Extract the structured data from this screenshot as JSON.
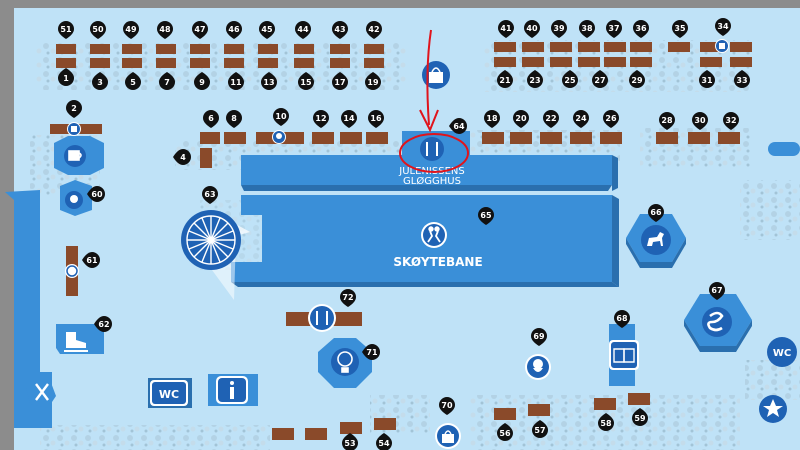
{
  "labels": {
    "julenissen_line1": "JULENISSENS",
    "julenissen_line2": "GLØGGHUS",
    "skoytebane": "SKØYTEBANE",
    "wc": "WC"
  },
  "colors": {
    "ground": "#bfe2f7",
    "building": "#3a8fd8",
    "building_dark": "#2a6fae",
    "stall": "#8a4a2a",
    "stall_dark": "#5c2f18",
    "marker": "#111111",
    "icon_bg": "#1f62b4",
    "annotation": "#e0141c",
    "outer": "#8c8c8c"
  },
  "markers": [
    {
      "id": "m1",
      "label": "1"
    },
    {
      "id": "m2",
      "label": "2"
    },
    {
      "id": "m3",
      "label": "3"
    },
    {
      "id": "m4",
      "label": "4"
    },
    {
      "id": "m5",
      "label": "5"
    },
    {
      "id": "m6",
      "label": "6"
    },
    {
      "id": "m7",
      "label": "7"
    },
    {
      "id": "m8",
      "label": "8"
    },
    {
      "id": "m9",
      "label": "9"
    },
    {
      "id": "m10",
      "label": "10"
    },
    {
      "id": "m11",
      "label": "11"
    },
    {
      "id": "m12",
      "label": "12"
    },
    {
      "id": "m13",
      "label": "13"
    },
    {
      "id": "m14",
      "label": "14"
    },
    {
      "id": "m15",
      "label": "15"
    },
    {
      "id": "m16",
      "label": "16"
    },
    {
      "id": "m17",
      "label": "17"
    },
    {
      "id": "m18",
      "label": "18"
    },
    {
      "id": "m19",
      "label": "19"
    },
    {
      "id": "m20",
      "label": "20"
    },
    {
      "id": "m21",
      "label": "21"
    },
    {
      "id": "m22",
      "label": "22"
    },
    {
      "id": "m23",
      "label": "23"
    },
    {
      "id": "m24",
      "label": "24"
    },
    {
      "id": "m25",
      "label": "25"
    },
    {
      "id": "m26",
      "label": "26"
    },
    {
      "id": "m27",
      "label": "27"
    },
    {
      "id": "m28",
      "label": "28"
    },
    {
      "id": "m29",
      "label": "29"
    },
    {
      "id": "m30",
      "label": "30"
    },
    {
      "id": "m31",
      "label": "31"
    },
    {
      "id": "m32",
      "label": "32"
    },
    {
      "id": "m33",
      "label": "33"
    },
    {
      "id": "m34",
      "label": "34"
    },
    {
      "id": "m35",
      "label": "35"
    },
    {
      "id": "m36",
      "label": "36"
    },
    {
      "id": "m37",
      "label": "37"
    },
    {
      "id": "m38",
      "label": "38"
    },
    {
      "id": "m39",
      "label": "39"
    },
    {
      "id": "m40",
      "label": "40"
    },
    {
      "id": "m41",
      "label": "41"
    },
    {
      "id": "m42",
      "label": "42"
    },
    {
      "id": "m43",
      "label": "43"
    },
    {
      "id": "m44",
      "label": "44"
    },
    {
      "id": "m45",
      "label": "45"
    },
    {
      "id": "m46",
      "label": "46"
    },
    {
      "id": "m47",
      "label": "47"
    },
    {
      "id": "m48",
      "label": "48"
    },
    {
      "id": "m49",
      "label": "49"
    },
    {
      "id": "m50",
      "label": "50"
    },
    {
      "id": "m51",
      "label": "51"
    },
    {
      "id": "m53",
      "label": "53"
    },
    {
      "id": "m54",
      "label": "54"
    },
    {
      "id": "m56",
      "label": "56"
    },
    {
      "id": "m57",
      "label": "57"
    },
    {
      "id": "m58",
      "label": "58"
    },
    {
      "id": "m59",
      "label": "59"
    },
    {
      "id": "m60",
      "label": "60"
    },
    {
      "id": "m61",
      "label": "61"
    },
    {
      "id": "m62",
      "label": "62"
    },
    {
      "id": "m63",
      "label": "63"
    },
    {
      "id": "m64",
      "label": "64"
    },
    {
      "id": "m65",
      "label": "65"
    },
    {
      "id": "m66",
      "label": "66"
    },
    {
      "id": "m67",
      "label": "67"
    },
    {
      "id": "m68",
      "label": "68"
    },
    {
      "id": "m69",
      "label": "69"
    },
    {
      "id": "m70",
      "label": "70"
    },
    {
      "id": "m71",
      "label": "71"
    },
    {
      "id": "m72",
      "label": "72"
    }
  ],
  "icons": {
    "shopping_bag": "shopping-bag-icon",
    "cutlery": "cutlery-icon",
    "skating": "skating-icon",
    "coffee": "coffee-icon",
    "candy_apple": "candy-apple-icon",
    "skate": "skate-icon",
    "tools": "tools-icon",
    "info": "info-icon",
    "balloon": "hot-air-balloon-icon",
    "santa": "santa-icon",
    "book": "book-icon",
    "horse": "horse-icon",
    "slide": "slide-icon",
    "star": "star-icon",
    "ferris_wheel": "ferris-wheel-icon"
  }
}
